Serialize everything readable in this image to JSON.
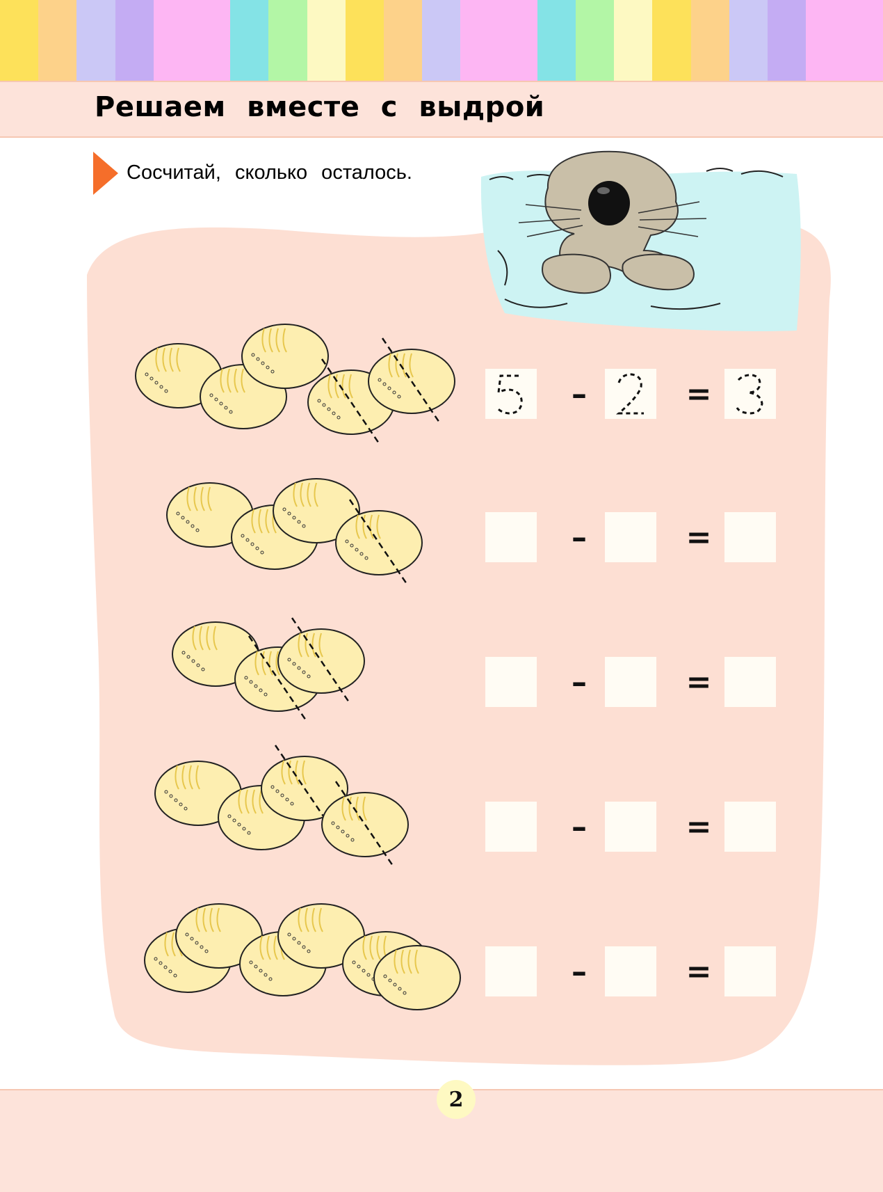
{
  "header": {
    "stripe_colors": [
      "#fde15a",
      "#fdd28a",
      "#cbc8f6",
      "#c4acf3",
      "#fdb6f3",
      "#fdb6f3",
      "#84e3e6",
      "#b3f6a6",
      "#fdf9c2",
      "#fde15a",
      "#fdd28a",
      "#cbc8f6",
      "#fdb6f3",
      "#fdb6f3",
      "#84e3e6",
      "#b3f6a6",
      "#fdf9c2",
      "#fde15a",
      "#fdd28a",
      "#cbc8f6",
      "#c4acf3",
      "#fdb6f3",
      "#fdb6f3"
    ],
    "title": "Решаем вместе с выдрой"
  },
  "instruction": {
    "icon": "triangle-arrow-icon",
    "text": "Сосчитай, сколько осталось."
  },
  "illustration": {
    "icon": "sea-otter-icon"
  },
  "colors": {
    "panel": "#fddfd3",
    "shell_fill": "#fdeeb0",
    "answer_box": "#fffcf4",
    "accent_orange": "#f56e2a",
    "header_band": "#fde3da"
  },
  "exercises": [
    {
      "shells_total": 5,
      "shells_crossed": 2,
      "minuend": "5",
      "minus_sign": "–",
      "subtrahend": "2",
      "equals_sign": "=",
      "result": "3"
    },
    {
      "shells_total": 4,
      "shells_crossed": 1,
      "minuend": "",
      "minus_sign": "–",
      "subtrahend": "",
      "equals_sign": "=",
      "result": ""
    },
    {
      "shells_total": 3,
      "shells_crossed": 2,
      "minuend": "",
      "minus_sign": "–",
      "subtrahend": "",
      "equals_sign": "=",
      "result": ""
    },
    {
      "shells_total": 4,
      "shells_crossed": 2,
      "minuend": "",
      "minus_sign": "–",
      "subtrahend": "",
      "equals_sign": "=",
      "result": ""
    },
    {
      "shells_total": 6,
      "shells_crossed": 0,
      "minuend": "",
      "minus_sign": "–",
      "subtrahend": "",
      "equals_sign": "=",
      "result": ""
    }
  ],
  "footer": {
    "page_number": "2"
  }
}
